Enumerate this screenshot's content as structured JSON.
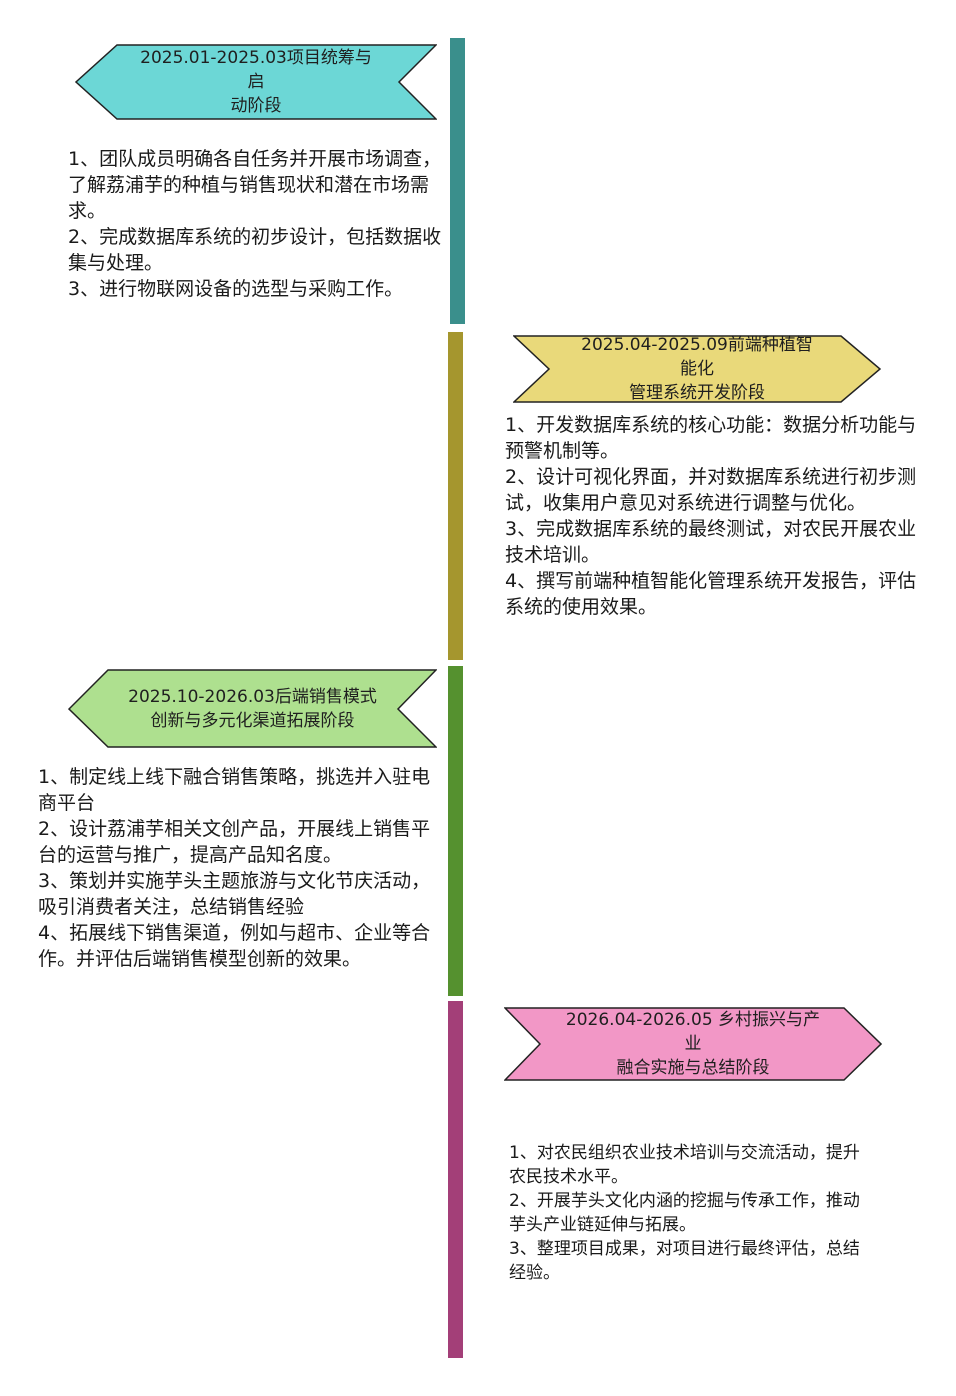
{
  "colors": {
    "bar1": "#3a8f8c",
    "bar2": "#a5962e",
    "bar3": "#55912f",
    "bar4": "#a33f78",
    "tag1": "#6cd7d6",
    "tag2": "#e9d97a",
    "tag3": "#aee08f",
    "tag4": "#f297c6"
  },
  "stages": [
    {
      "title_line1": "2025.01-2025.03项目统筹与启",
      "title_line2": "动阶段",
      "items": [
        "1、团队成员明确各自任务并开展市场调查，了解荔浦芋的种植与销售现状和潜在市场需求。",
        "2、完成数据库系统的初步设计，包括数据收集与处理。",
        "3、进行物联网设备的选型与采购工作。"
      ]
    },
    {
      "title_line1": "2025.04-2025.09前端种植智能化",
      "title_line2": "管理系统开发阶段",
      "items": [
        "1、开发数据库系统的核心功能：数据分析功能与预警机制等。",
        "2、设计可视化界面，并对数据库系统进行初步测试，收集用户意见对系统进行调整与优化。",
        "3、完成数据库系统的最终测试，对农民开展农业技术培训。",
        "4、撰写前端种植智能化管理系统开发报告，评估系统的使用效果。"
      ]
    },
    {
      "title_line1": "2025.10-2026.03后端销售模式",
      "title_line2": "创新与多元化渠道拓展阶段",
      "items": [
        "1、制定线上线下融合销售策略，挑选并入驻电商平台",
        "2、设计荔浦芋相关文创产品，开展线上销售平台的运营与推广，提高产品知名度。",
        "3、策划并实施芋头主题旅游与文化节庆活动，吸引消费者关注，总结销售经验",
        "4、拓展线下销售渠道，例如与超市、企业等合作。并评估后端销售模型创新的效果。"
      ]
    },
    {
      "title_line1": "2026.04-2026.05 乡村振兴与产业",
      "title_line2": "融合实施与总结阶段",
      "items": [
        "1、对农民组织农业技术培训与交流活动，提升农民技术水平。",
        "2、开展芋头文化内涵的挖掘与传承工作，推动芋头产业链延伸与拓展。",
        "3、整理项目成果，对项目进行最终评估，总结经验。"
      ]
    }
  ]
}
